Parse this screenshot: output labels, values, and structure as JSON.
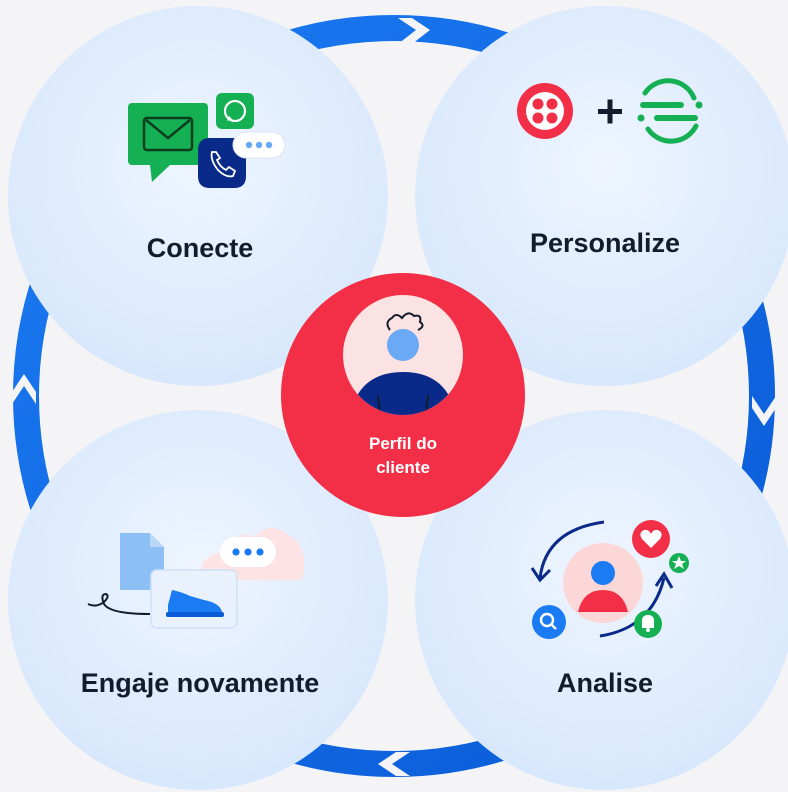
{
  "quadrants": {
    "connect": {
      "label": "Conecte",
      "icons": [
        "email-icon",
        "whatsapp-icon",
        "phone-icon",
        "chat-bubble-icon"
      ]
    },
    "personalize": {
      "label": "Personalize",
      "icons": [
        "twilio-logo-icon",
        "plus-icon",
        "segment-logo-icon"
      ]
    },
    "reengage": {
      "label": "Engaje novamente",
      "icons": [
        "document-icon",
        "chat-bubble-icon",
        "sneaker-icon",
        "cloud-icon"
      ]
    },
    "analyze": {
      "label": "Analise",
      "icons": [
        "user-avatar-icon",
        "heart-icon",
        "star-icon",
        "bell-icon",
        "search-icon",
        "cycle-arrows-icon"
      ]
    }
  },
  "center": {
    "line1": "Perfil do",
    "line2": "cliente",
    "icon": "customer-avatar-icon"
  },
  "colors": {
    "ring": "#0263e0",
    "circle_fill": "#e3efff",
    "center_fill": "#f22f46",
    "text": "#121c2d",
    "green": "#14b053",
    "red": "#f22f46"
  }
}
